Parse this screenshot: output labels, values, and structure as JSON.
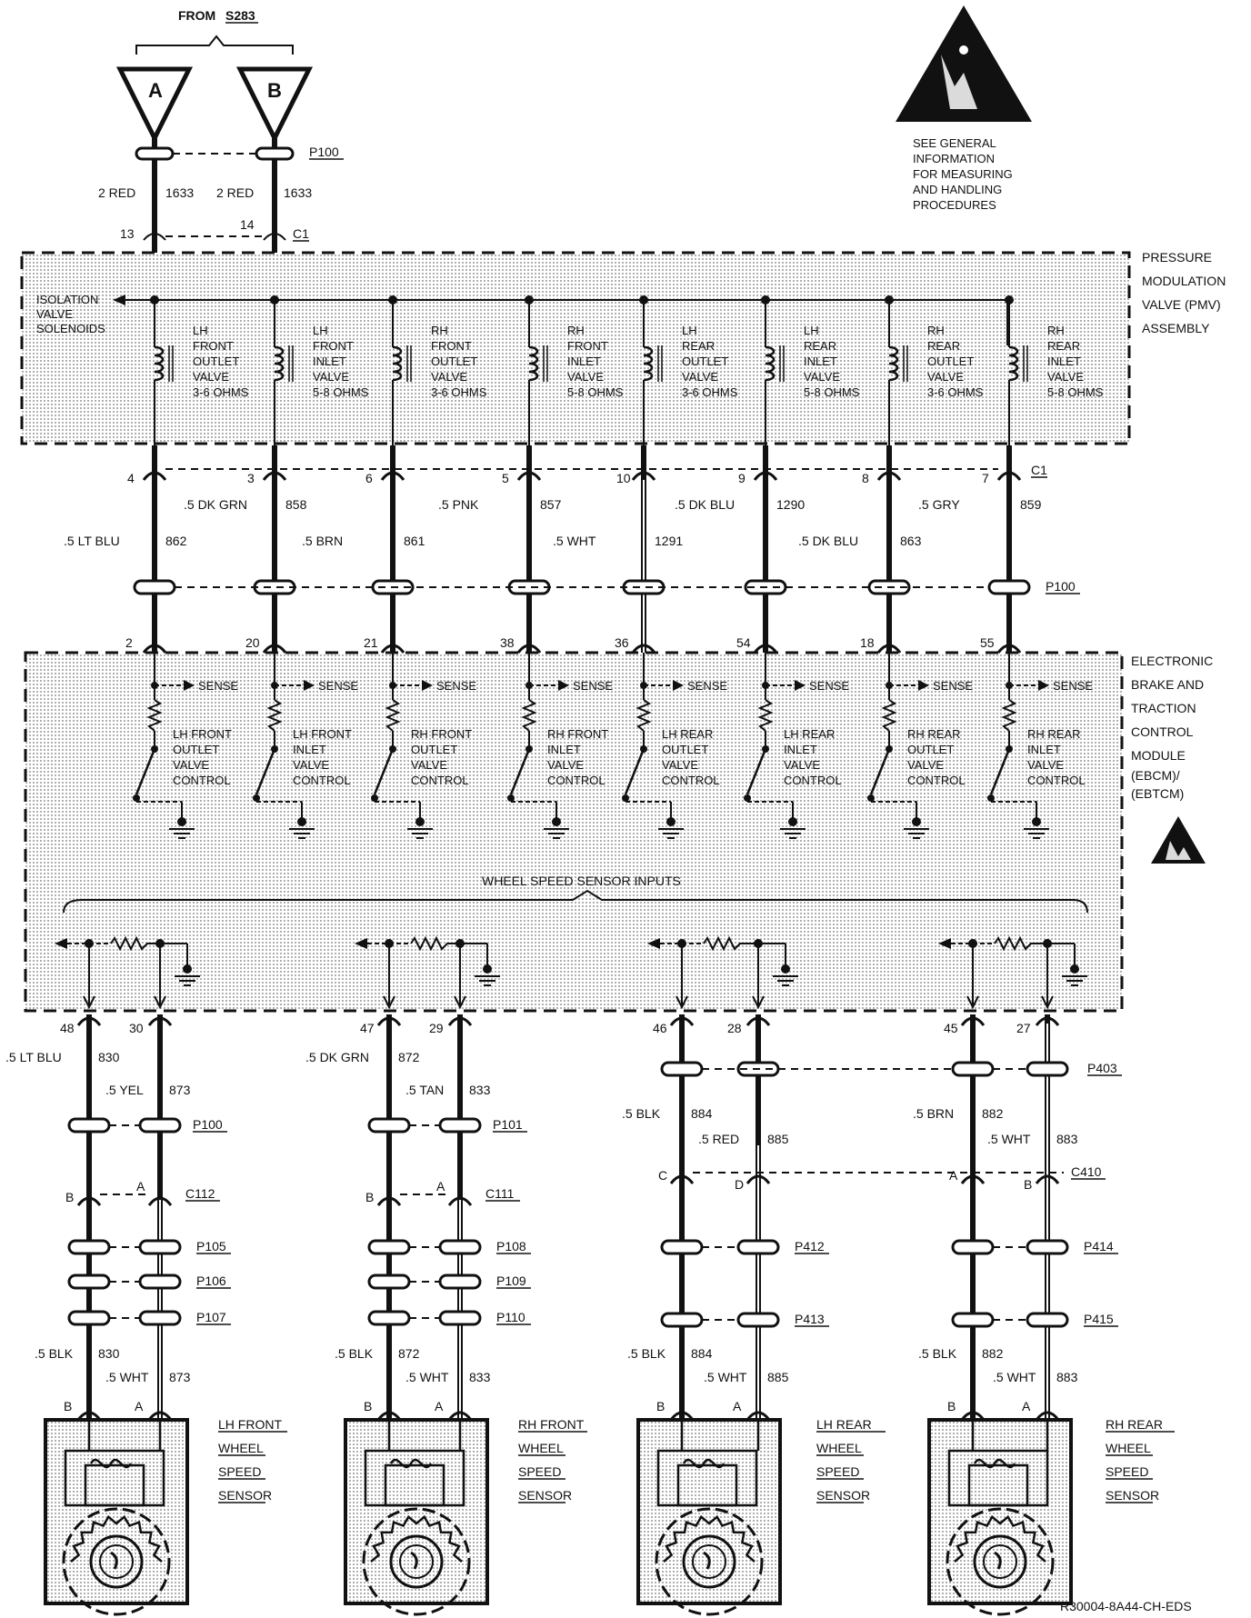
{
  "header": {
    "from_label": "FROM",
    "from_ref": "S283",
    "warning_text": [
      "SEE GENERAL",
      "INFORMATION",
      "FOR MEASURING",
      "AND HANDLING",
      "PROCEDURES"
    ]
  },
  "power": {
    "terminals": [
      "A",
      "B"
    ],
    "connector_top": "P100",
    "wires": [
      {
        "gauge": "2 RED",
        "circuit": "1633"
      },
      {
        "gauge": "2 RED",
        "circuit": "1633"
      }
    ],
    "pins": [
      "13",
      "14"
    ],
    "connector_c1": "C1"
  },
  "pmv": {
    "title": [
      "PRESSURE",
      "MODULATION",
      "VALVE (PMV)",
      "ASSEMBLY"
    ],
    "isolation": [
      "ISOLATION",
      "VALVE",
      "SOLENOIDS"
    ],
    "valves": [
      {
        "lines": [
          "LH",
          "FRONT",
          "OUTLET",
          "VALVE",
          "3-6 OHMS"
        ]
      },
      {
        "lines": [
          "LH",
          "FRONT",
          "INLET",
          "VALVE",
          "5-8 OHMS"
        ]
      },
      {
        "lines": [
          "RH",
          "FRONT",
          "OUTLET",
          "VALVE",
          "3-6 OHMS"
        ]
      },
      {
        "lines": [
          "RH",
          "FRONT",
          "INLET",
          "VALVE",
          "5-8 OHMS"
        ]
      },
      {
        "lines": [
          "LH",
          "REAR",
          "OUTLET",
          "VALVE",
          "3-6 OHMS"
        ]
      },
      {
        "lines": [
          "LH",
          "REAR",
          "INLET",
          "VALVE",
          "5-8 OHMS"
        ]
      },
      {
        "lines": [
          "RH",
          "REAR",
          "OUTLET",
          "VALVE",
          "3-6 OHMS"
        ]
      },
      {
        "lines": [
          "RH",
          "REAR",
          "INLET",
          "VALVE",
          "5-8 OHMS"
        ]
      }
    ],
    "pins_c1": [
      "4",
      "3",
      "6",
      "5",
      "10",
      "9",
      "8",
      "7"
    ],
    "c1_label": "C1"
  },
  "pmv_wires": [
    {
      "gauge": ".5 LT BLU",
      "circuit": "862"
    },
    {
      "gauge": ".5 DK GRN",
      "circuit": "858"
    },
    {
      "gauge": ".5 BRN",
      "circuit": "861"
    },
    {
      "gauge": ".5 PNK",
      "circuit": "857"
    },
    {
      "gauge": ".5 WHT",
      "circuit": "1291"
    },
    {
      "gauge": ".5 DK BLU",
      "circuit": "1290"
    },
    {
      "gauge": ".5 DK BLU",
      "circuit": "863"
    },
    {
      "gauge": ".5 GRY",
      "circuit": "859"
    }
  ],
  "p100_mid": "P100",
  "ebcm": {
    "title": [
      "ELECTRONIC",
      "BRAKE AND",
      "TRACTION",
      "CONTROL",
      "MODULE",
      "(EBCM)/",
      "(EBTCM)"
    ],
    "pins": [
      "2",
      "20",
      "21",
      "38",
      "36",
      "54",
      "18",
      "55"
    ],
    "sense": "SENSE",
    "controls": [
      {
        "lines": [
          "LH FRONT",
          "OUTLET",
          "VALVE",
          "CONTROL"
        ]
      },
      {
        "lines": [
          "LH FRONT",
          "INLET",
          "VALVE",
          "CONTROL"
        ]
      },
      {
        "lines": [
          "RH FRONT",
          "OUTLET",
          "VALVE",
          "CONTROL"
        ]
      },
      {
        "lines": [
          "RH FRONT",
          "INLET",
          "VALVE",
          "CONTROL"
        ]
      },
      {
        "lines": [
          "LH REAR",
          "OUTLET",
          "VALVE",
          "CONTROL"
        ]
      },
      {
        "lines": [
          "LH REAR",
          "INLET",
          "VALVE",
          "CONTROL"
        ]
      },
      {
        "lines": [
          "RH REAR",
          "OUTLET",
          "VALVE",
          "CONTROL"
        ]
      },
      {
        "lines": [
          "RH REAR",
          "INLET",
          "VALVE",
          "CONTROL"
        ]
      }
    ],
    "wss_inputs": "WHEEL SPEED SENSOR INPUTS"
  },
  "sensors": [
    {
      "pins": [
        "48",
        "30"
      ],
      "wire_a": {
        "gauge": ".5 LT BLU",
        "circuit": "830"
      },
      "wire_b": {
        "gauge": ".5 YEL",
        "circuit": "873"
      },
      "conn1": "P100",
      "inline": "C112",
      "inline_pins": [
        "B",
        "A"
      ],
      "conn2": "P105",
      "conn3": "P106",
      "conn4": "P107",
      "wire_c": {
        "gauge": ".5 BLK",
        "circuit": "830"
      },
      "wire_d": {
        "gauge": ".5 WHT",
        "circuit": "873"
      },
      "term": [
        "B",
        "A"
      ],
      "name": [
        "LH FRONT",
        "WHEEL",
        "SPEED",
        "SENSOR"
      ]
    },
    {
      "pins": [
        "47",
        "29"
      ],
      "wire_a": {
        "gauge": ".5 DK GRN",
        "circuit": "872"
      },
      "wire_b": {
        "gauge": ".5 TAN",
        "circuit": "833"
      },
      "conn1": "P101",
      "inline": "C111",
      "inline_pins": [
        "B",
        "A"
      ],
      "conn2": "P108",
      "conn3": "P109",
      "conn4": "P110",
      "wire_c": {
        "gauge": ".5 BLK",
        "circuit": "872"
      },
      "wire_d": {
        "gauge": ".5 WHT",
        "circuit": "833"
      },
      "term": [
        "B",
        "A"
      ],
      "name": [
        "RH FRONT",
        "WHEEL",
        "SPEED",
        "SENSOR"
      ]
    },
    {
      "pins": [
        "46",
        "28"
      ],
      "wire_a": {
        "gauge": ".5 BLK",
        "circuit": "884"
      },
      "wire_b": {
        "gauge": ".5 RED",
        "circuit": "885"
      },
      "conn1": "P403",
      "inline": "C410",
      "inline_pins": [
        "C",
        "D"
      ],
      "conn2": "P412",
      "conn4": "P413",
      "wire_c": {
        "gauge": ".5 BLK",
        "circuit": "884"
      },
      "wire_d": {
        "gauge": ".5 WHT",
        "circuit": "885"
      },
      "term": [
        "B",
        "A"
      ],
      "name": [
        "LH REAR",
        "WHEEL",
        "SPEED",
        "SENSOR"
      ]
    },
    {
      "pins": [
        "45",
        "27"
      ],
      "wire_a": {
        "gauge": ".5 BRN",
        "circuit": "882"
      },
      "wire_b": {
        "gauge": ".5 WHT",
        "circuit": "883"
      },
      "inline_pins": [
        "A",
        "B"
      ],
      "conn2": "P414",
      "conn4": "P415",
      "wire_c": {
        "gauge": ".5 BLK",
        "circuit": "882"
      },
      "wire_d": {
        "gauge": ".5 WHT",
        "circuit": "883"
      },
      "term": [
        "B",
        "A"
      ],
      "name": [
        "RH REAR",
        "WHEEL",
        "SPEED",
        "SENSOR"
      ]
    }
  ],
  "footer_ref": "R30004-8A44-CH-EDS",
  "colors": {
    "ink": "#111111",
    "paper": "#ffffff",
    "shade": "#d9d9d9"
  }
}
